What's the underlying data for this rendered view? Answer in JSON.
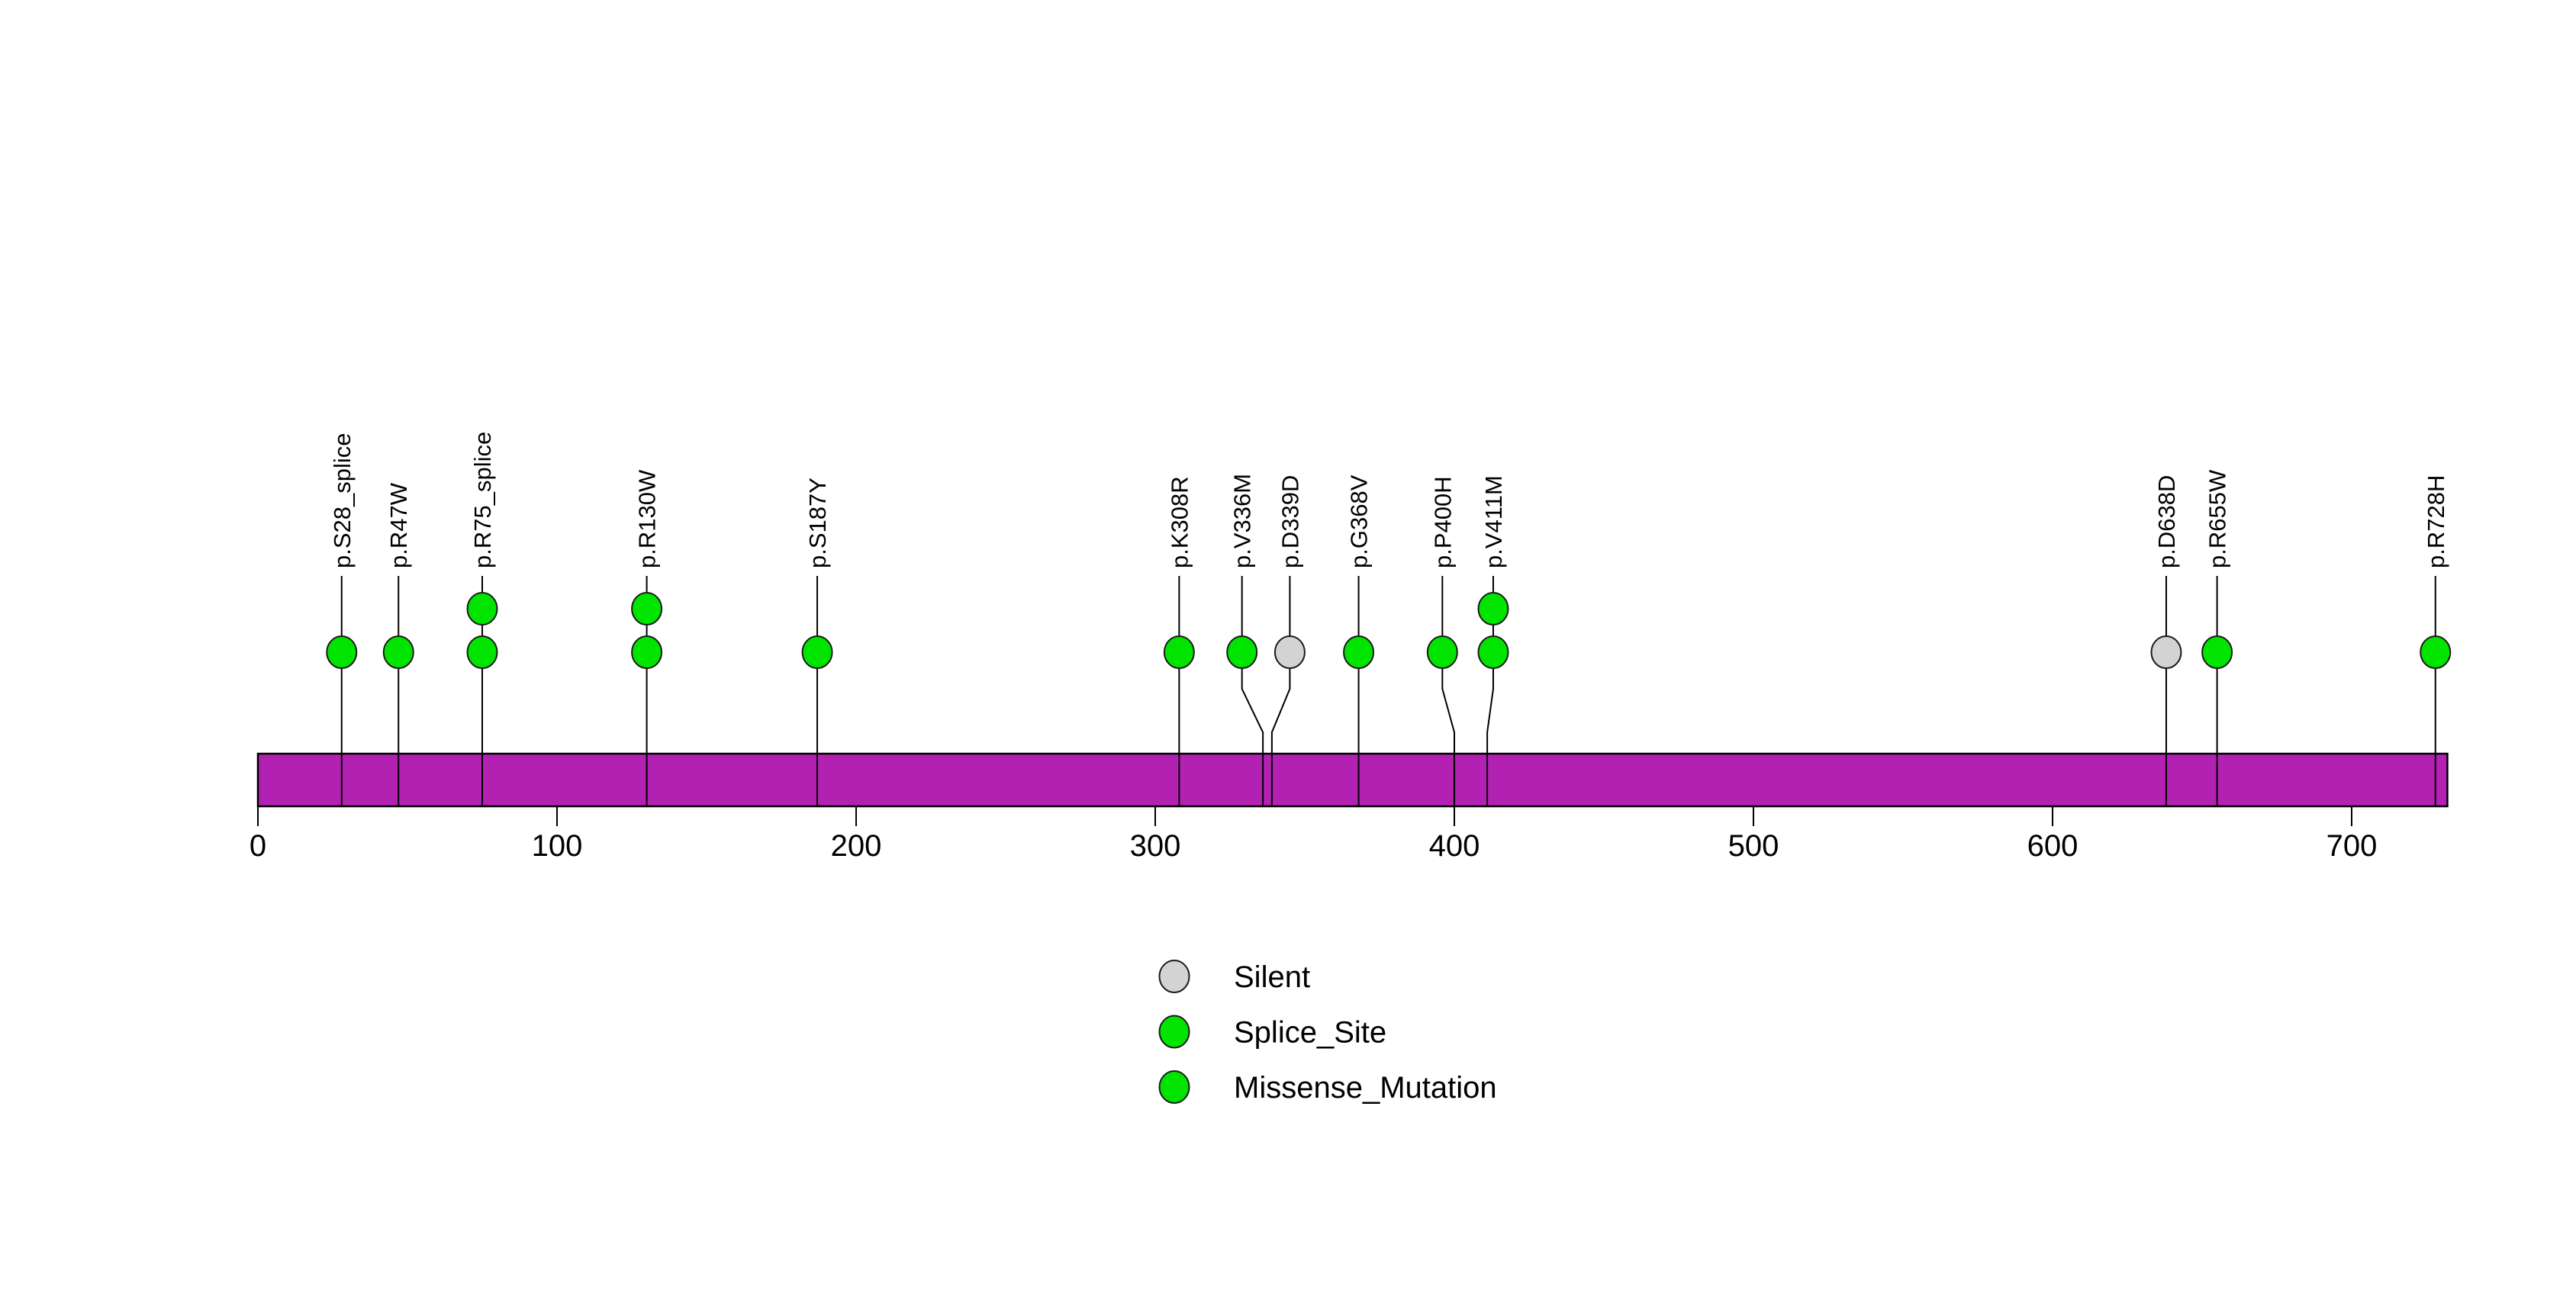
{
  "chart_data": {
    "type": "lollipop",
    "title": "",
    "xlabel": "",
    "ylabel": "",
    "grid": false,
    "background_color": "#ffffff",
    "backbone_color": "#B221B2",
    "stem_color": "#000000",
    "axis": {
      "min": 0,
      "max": 700,
      "step": 100,
      "ticks": [
        0,
        100,
        200,
        300,
        400,
        500,
        600,
        700
      ],
      "tick_labels": [
        "0",
        "100",
        "200",
        "300",
        "400",
        "500",
        "600",
        "700"
      ]
    },
    "protein_length_aa": 732,
    "classes": {
      "Silent": "#D3D3D3",
      "Splice_Site": "#00E400",
      "Missense_Mutation": "#00E400"
    },
    "legend": {
      "position": "bottom-center",
      "items": [
        {
          "label": "Silent",
          "color": "#D3D3D3"
        },
        {
          "label": "Splice_Site",
          "color": "#00E400"
        },
        {
          "label": "Missense_Mutation",
          "color": "#00E400"
        }
      ]
    },
    "mutations": [
      {
        "label": "p.S28_splice",
        "position_aa": 28,
        "class": "Splice_Site",
        "count": 1,
        "display_offset_aa": 0
      },
      {
        "label": "p.R47W",
        "position_aa": 47,
        "class": "Missense_Mutation",
        "count": 1,
        "display_offset_aa": 0
      },
      {
        "label": "p.R75_splice",
        "position_aa": 75,
        "class": "Splice_Site",
        "count": 2,
        "display_offset_aa": 0
      },
      {
        "label": "p.R130W",
        "position_aa": 130,
        "class": "Missense_Mutation",
        "count": 2,
        "display_offset_aa": 0
      },
      {
        "label": "p.S187Y",
        "position_aa": 187,
        "class": "Missense_Mutation",
        "count": 1,
        "display_offset_aa": 0
      },
      {
        "label": "p.K308R",
        "position_aa": 308,
        "class": "Missense_Mutation",
        "count": 1,
        "display_offset_aa": 0
      },
      {
        "label": "p.V336M",
        "position_aa": 336,
        "class": "Missense_Mutation",
        "count": 1,
        "display_offset_aa": -7
      },
      {
        "label": "p.D339D",
        "position_aa": 339,
        "class": "Silent",
        "count": 1,
        "display_offset_aa": 6
      },
      {
        "label": "p.G368V",
        "position_aa": 368,
        "class": "Missense_Mutation",
        "count": 1,
        "display_offset_aa": 0
      },
      {
        "label": "p.P400H",
        "position_aa": 400,
        "class": "Missense_Mutation",
        "count": 1,
        "display_offset_aa": -4
      },
      {
        "label": "p.V411M",
        "position_aa": 411,
        "class": "Missense_Mutation",
        "count": 2,
        "display_offset_aa": 2
      },
      {
        "label": "p.D638D",
        "position_aa": 638,
        "class": "Silent",
        "count": 1,
        "display_offset_aa": 0
      },
      {
        "label": "p.R655W",
        "position_aa": 655,
        "class": "Missense_Mutation",
        "count": 1,
        "display_offset_aa": 0
      },
      {
        "label": "p.R728H",
        "position_aa": 728,
        "class": "Missense_Mutation",
        "count": 1,
        "display_offset_aa": 0
      }
    ]
  }
}
